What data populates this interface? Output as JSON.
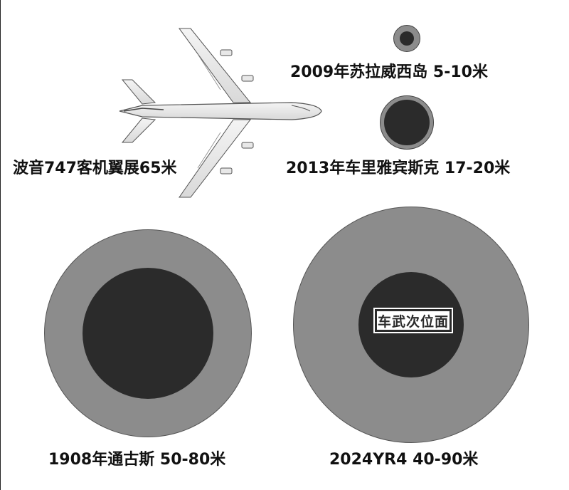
{
  "labels": {
    "boeing": "波音747客机翼展65米",
    "seychelles": "2009年苏拉威西岛 5-10米",
    "chelyabinsk": "2013年车里雅宾斯克 17-20米",
    "tunguska": "1908年通古斯 50-80米",
    "yr4": "2024YR4 40-90米"
  },
  "watermark": "车武次位面",
  "colors": {
    "outer_ring": "#8c8c8c",
    "inner_core": "#2b2b2b",
    "background": "#ffffff"
  }
}
